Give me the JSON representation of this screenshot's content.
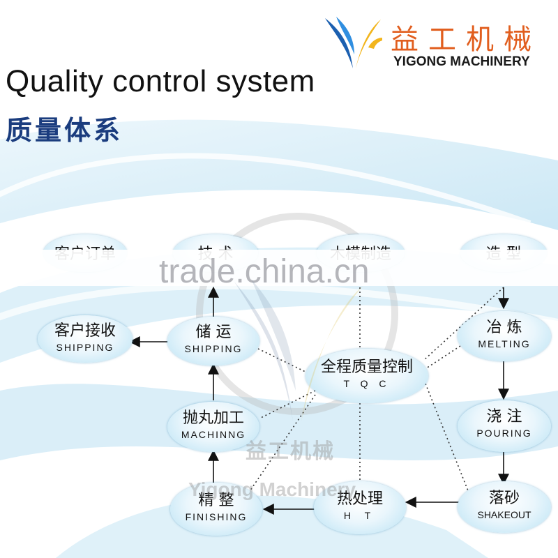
{
  "brand": {
    "name_cn": "益工机械",
    "name_en": "YIGONG MACHINERY"
  },
  "title": {
    "en": "Quality control system",
    "cn": "质量体系"
  },
  "watermark": {
    "site": "trade.china.cn",
    "brand_cn": "益工机械",
    "brand_en": "Yigong Machinery"
  },
  "top_row": [
    {
      "label": "客户订单"
    },
    {
      "label": "技  术"
    },
    {
      "label": "木模制造"
    },
    {
      "label": "造  型"
    }
  ],
  "nodes": {
    "customer": {
      "cn": "客户接收",
      "en": "SHIPPING"
    },
    "storage": {
      "cn": "储  运",
      "en": "SHIPPING"
    },
    "tqc": {
      "cn": "全程质量控制",
      "en": "T Q C"
    },
    "melting": {
      "cn": "冶  炼",
      "en": "MELTING"
    },
    "machining": {
      "cn": "抛丸加工",
      "en": "MACHINNG"
    },
    "pouring": {
      "cn": "浇  注",
      "en": "POURING"
    },
    "finishing": {
      "cn": "精  整",
      "en": "FINISHING"
    },
    "ht": {
      "cn": "热处理",
      "en": "H  T"
    },
    "shakeout": {
      "cn": "落砂",
      "en": "SHAKEOUT"
    }
  },
  "colors": {
    "brand_orange": "#e15e1e",
    "title_blue": "#1a3c7e",
    "node_fill": "#b8e2f4",
    "background_swirl": "#cfe9f6"
  }
}
